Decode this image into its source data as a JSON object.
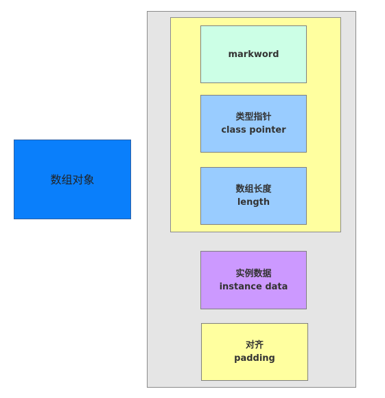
{
  "diagram": {
    "array_object": {
      "label": "数组对象"
    },
    "outer_container": {
      "header": {
        "markword": {
          "line1": "markword"
        },
        "class_pointer": {
          "line1": "类型指针",
          "line2": "class pointer"
        },
        "length": {
          "line1": "数组长度",
          "line2": "length"
        }
      },
      "instance_data": {
        "line1": "实例数据",
        "line2": "instance data"
      },
      "padding": {
        "line1": "对齐",
        "line2": "padding"
      }
    }
  },
  "colors": {
    "array_object_fill": "#0a7ffb",
    "outer_container_fill": "#e5e5e5",
    "header_fill": "#ffff9f",
    "markword_fill": "#ccffe6",
    "pointer_length_fill": "#99ccff",
    "instance_data_fill": "#cc99ff",
    "padding_fill": "#ffff9f"
  }
}
